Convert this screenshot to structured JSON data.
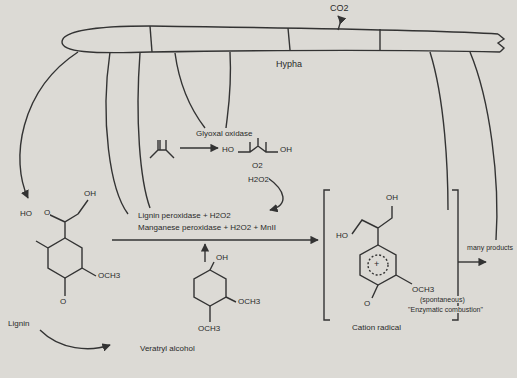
{
  "diagram": {
    "labels": [
      "CO2",
      "Hypha",
      "Glyoxal oxidase",
      "O2",
      "H2O2",
      "HO",
      "OH",
      "Lignin peroxidase + H2O2",
      "Manganese peroxidase + H2O2 + MnII",
      "HO",
      "OH",
      "O",
      "OCH3",
      "O",
      "Lignin",
      "OH",
      "OCH3",
      "OCH3",
      "Veratryl alcohol",
      "OH",
      "HO",
      "O",
      "OCH3",
      "+",
      "Cation radical",
      "many products",
      "(spontaneous)",
      "\"Enzymatic combustion\""
    ]
  }
}
